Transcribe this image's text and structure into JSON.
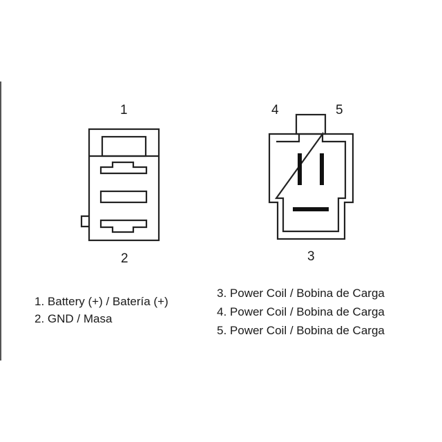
{
  "connector_left": {
    "pin_top_label": "1",
    "pin_bottom_label": "2"
  },
  "connector_right": {
    "pin_left_label": "4",
    "pin_right_label": "5",
    "pin_bottom_label": "3"
  },
  "legend_left": [
    "1. Battery (+) / Batería (+)",
    "2. GND / Masa"
  ],
  "legend_right": [
    "3. Power Coil / Bobina de Carga",
    "4. Power Coil / Bobina de Carga",
    "5. Power Coil / Bobina de Carga"
  ]
}
